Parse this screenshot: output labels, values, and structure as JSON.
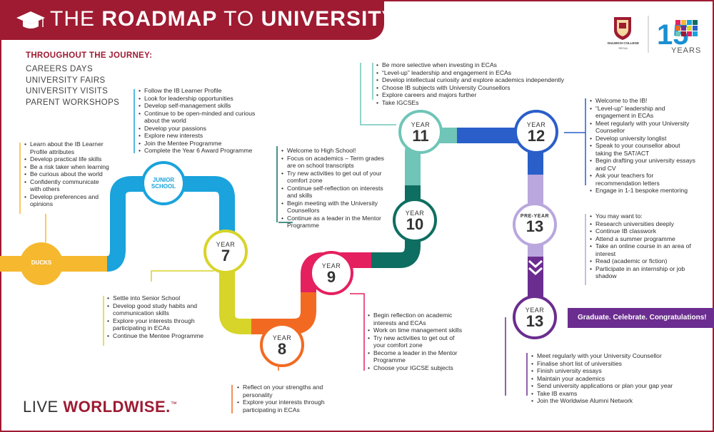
{
  "header": {
    "title_light": "THE",
    "title_bold": "ROADMAP",
    "title_light2": "TO",
    "title_bold2": "UNIVERSITY"
  },
  "throughout": {
    "heading": "THROUGHOUT THE JOURNEY:",
    "items": [
      "CAREERS DAYS",
      "UNIVERSITY FAIRS",
      "UNIVERSITY VISITS",
      "PARENT WORKSHOPS"
    ]
  },
  "logo": {
    "school": "DULWICH COLLEGE",
    "city": "SEOUL",
    "anniv_number": "15",
    "anniv_word": "YEARS"
  },
  "stages": {
    "ducks": {
      "label": "DUCKS"
    },
    "junior": {
      "label1": "JUNIOR",
      "label2": "SCHOOL"
    },
    "y7": {
      "yr": "YEAR",
      "num": "7"
    },
    "y8": {
      "yr": "YEAR",
      "num": "8"
    },
    "y9": {
      "yr": "YEAR",
      "num": "9"
    },
    "y10": {
      "yr": "YEAR",
      "num": "10"
    },
    "y11": {
      "yr": "YEAR",
      "num": "11"
    },
    "y12": {
      "yr": "YEAR",
      "num": "12"
    },
    "pre13": {
      "yr": "PRE-YEAR",
      "num": "13"
    },
    "y13": {
      "yr": "YEAR",
      "num": "13"
    }
  },
  "graduate": "Graduate. Celebrate. Congratulations!",
  "lists": {
    "ducks": [
      "Learn about the IB Learner Profile attributes",
      "Develop practical life skills",
      "Be a risk taker when learning",
      "Be curious about the world",
      "Confidently communicate with others",
      "Develop preferences and opinions"
    ],
    "junior": [
      "Follow the IB Learner Profile",
      "Look for leadership opportunities",
      "Develop self-management skills",
      "Continue to be open-minded and curious about the world",
      "Develop your passions",
      "Explore new interests",
      "Join the Mentee Programme",
      "Complete the Year 6 Award Programme"
    ],
    "y7": [
      "Settle into Senior School",
      "Develop good study habits and communication skills",
      "Explore your interests through participating in ECAs",
      "Continue the Mentee Programme"
    ],
    "y8": [
      "Reflect on your strengths and personality",
      "Explore your interests through participating in ECAs"
    ],
    "y9": [
      "Begin reflection on academic interests and ECAs",
      "Work on time management skills",
      "Try new activities to get out of your comfort zone",
      "Become a leader in the Mentor Programme",
      "Choose your IGCSE subjects"
    ],
    "y10": [
      "Welcome to High School!",
      "Focus on academics – Term grades are on school transcripts",
      "Try new activities to get out of your comfort zone",
      "Continue self-reflection on interests and skills",
      "Begin meeting with the University Counsellors",
      "Continue as a leader in the Mentor Programme"
    ],
    "y11": [
      "Be more selective when investing in ECAs",
      "“Level-up” leadership and engagement in ECAs",
      "Develop intellectual curiosity and explore academics independently",
      "Choose IB subjects with University Counsellors",
      "Explore careers and majors further",
      "Take IGCSEs"
    ],
    "y12": [
      "Welcome to the IB!",
      "“Level-up” leadership and engagement in ECAs",
      "Meet regularly with your University Counsellor",
      "Develop university longlist",
      "Speak to your counsellor about taking the SAT/ACT",
      "Begin drafting your university essays and CV",
      "Ask your teachers for recommendation letters",
      "Engage in 1-1 bespoke mentoring"
    ],
    "pre13": [
      "You may want to:",
      "Research universities deeply",
      "Continue IB classwork",
      "Attend a summer programme",
      "Take an online course in an area of interest",
      "Read (academic or fiction)",
      "Participate in an internship or job shadow"
    ],
    "y13": [
      "Meet regularly with your University Counsellor",
      "Finalise short list of universities",
      "Finish university essays",
      "Maintain your academics",
      "Send university applications or plan your gap year",
      "Take IB exams",
      "Join the Worldwise Alumni Network"
    ]
  },
  "footer": {
    "live": "LIVE",
    "worldwise": "WORLDWISE.",
    "tm": "™"
  },
  "colors": {
    "brand": "#9e1b32",
    "ducks": "#f5b82e",
    "junior": "#1aa3dc",
    "y7": "#d7d42a",
    "y8": "#f26a22",
    "y9": "#e5205f",
    "y10": "#0e6e61",
    "y11": "#6fc5b8",
    "y12": "#2a5fc9",
    "pre13": "#b9a7dd",
    "y13": "#6b2d8f"
  }
}
